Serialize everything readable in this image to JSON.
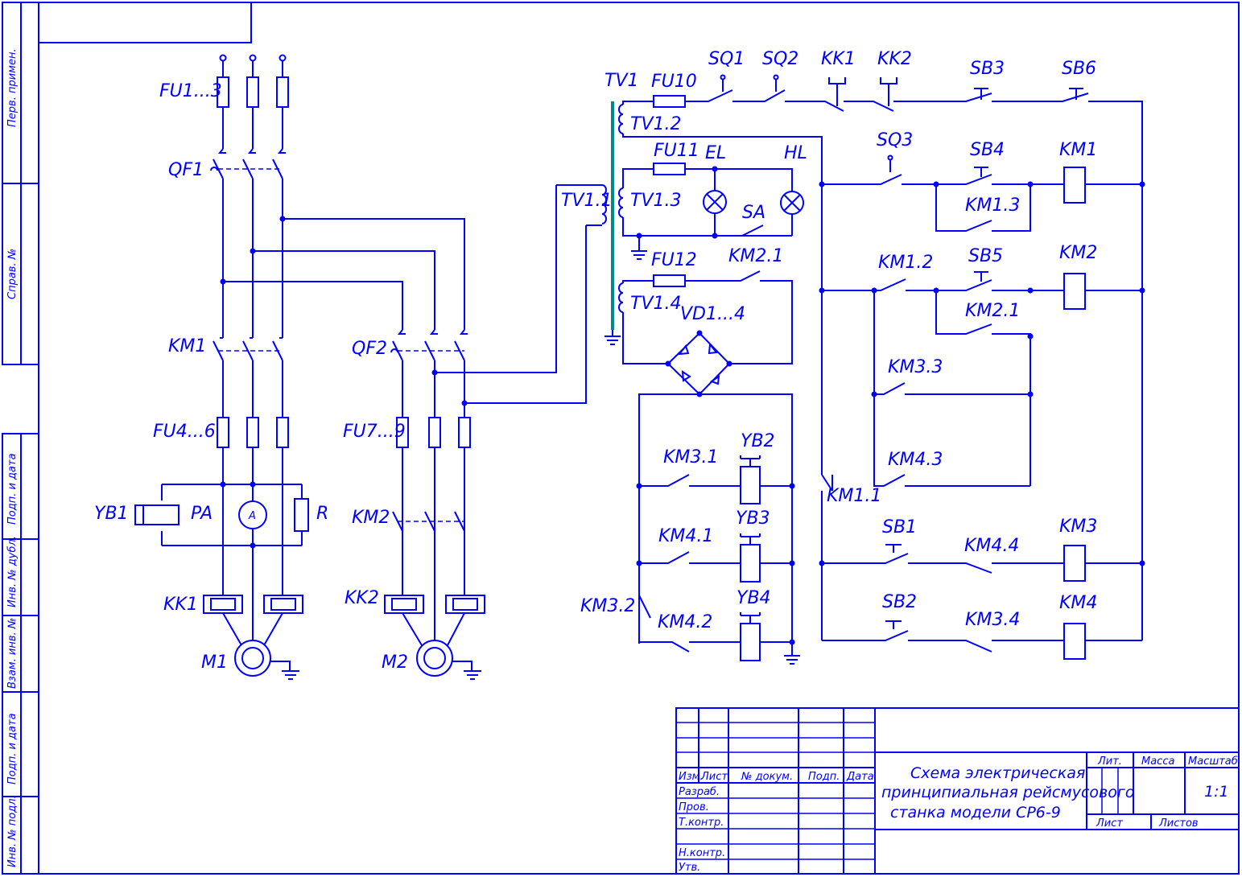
{
  "labels": {
    "fu1_3": "FU1...3",
    "qf1": "QF1",
    "km1_power": "KM1",
    "fu4_6": "FU4...6",
    "yb1": "YB1",
    "pa": "PA",
    "ammeter": "A",
    "r": "R",
    "kk1_power": "KK1",
    "m1": "M1",
    "qf2": "QF2",
    "fu7_9": "FU7...9",
    "km2_power": "KM2",
    "kk2_power": "KK2",
    "m2": "M2",
    "tv1": "TV1",
    "tv1_1": "TV1.1",
    "tv1_2": "TV1.2",
    "tv1_3": "TV1.3",
    "tv1_4": "TV1.4",
    "fu10": "FU10",
    "fu11": "FU11",
    "fu12": "FU12",
    "el": "EL",
    "hl": "HL",
    "sa": "SA",
    "km2_1_top": "KM2.1",
    "vd1_4": "VD1...4",
    "km3_1": "KM3.1",
    "yb2": "YB2",
    "km4_1": "KM4.1",
    "yb3": "YB3",
    "km3_2": "KM3.2",
    "km4_2": "KM4.2",
    "yb4": "YB4",
    "sq1": "SQ1",
    "sq2": "SQ2",
    "kk1": "KK1",
    "kk2": "KK2",
    "sb3": "SB3",
    "sb6": "SB6",
    "sq3": "SQ3",
    "sb4": "SB4",
    "km1": "KM1",
    "km1_3": "KM1.3",
    "km1_2": "KM1.2",
    "sb5": "SB5",
    "km2": "KM2",
    "km2_1": "KM2.1",
    "km3_3": "KM3.3",
    "km4_3": "KM4.3",
    "km1_1": "KM1.1",
    "sb1": "SB1",
    "km4_4": "KM4.4",
    "km3": "KM3",
    "sb2": "SB2",
    "km3_4": "KM3.4",
    "km4": "KM4"
  },
  "side_stamp": {
    "perv_primen": "Перв. примен.",
    "sprav_no": "Справ. №",
    "podp_data_1": "Подп. и дата",
    "inv_dubl": "Инв. № дубл.",
    "vzam_inv": "Взам. инв. №",
    "podp_data_2": "Подп. и дата",
    "inv_podl": "Инв. № подл."
  },
  "title_block": {
    "col_izm": "Изм.",
    "col_list": "Лист",
    "col_doc": "№ докум.",
    "col_podp": "Подп.",
    "col_data": "Дата",
    "row_razrab": "Разраб.",
    "row_prov": "Пров.",
    "row_tkontr": "Т.контр.",
    "row_nkontr": "Н.контр.",
    "row_utv": "Утв.",
    "title_line1": "Схема электрическая",
    "title_line2": "принципиальная рейсмусового",
    "title_line3": "станка модели СР6-9",
    "lit": "Лит.",
    "massa": "Масса",
    "masshtab": "Масштаб",
    "scale": "1:1",
    "list": "Лист",
    "listov": "Листов"
  },
  "colors": {
    "lines": "#0000ff",
    "transformer_core": "#008b8b"
  }
}
